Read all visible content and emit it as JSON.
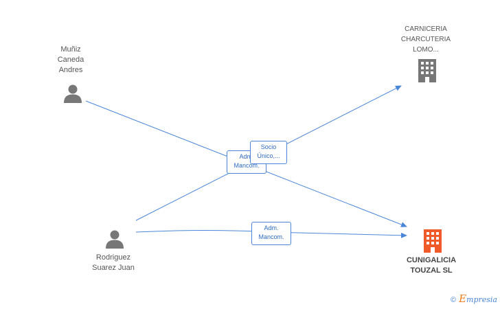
{
  "nodes": {
    "person1": {
      "lines": [
        "Muñiz",
        "Caneda",
        "Andres"
      ],
      "icon": "person-icon"
    },
    "person2": {
      "lines": [
        "Rodriguez",
        "Suarez Juan"
      ],
      "icon": "person-icon"
    },
    "company1": {
      "lines": [
        "CARNICERIA",
        "CHARCUTERIA",
        "LOMO..."
      ],
      "icon": "building-icon",
      "color": "#777777"
    },
    "company2": {
      "lines": [
        "CUNIGALICIA",
        "TOUZAL SL"
      ],
      "icon": "building-icon",
      "color": "#f05a28"
    }
  },
  "edges": {
    "label1": [
      "Adm.",
      "Mancom."
    ],
    "label2": [
      "Socio",
      "Único,..."
    ],
    "label3": [
      "Adm.",
      "Mancom."
    ]
  },
  "colors": {
    "edge": "#4a86d8",
    "person": "#777777"
  },
  "footer": {
    "copyright": "©",
    "brand_initial": "E",
    "brand_rest": "mpresia"
  }
}
